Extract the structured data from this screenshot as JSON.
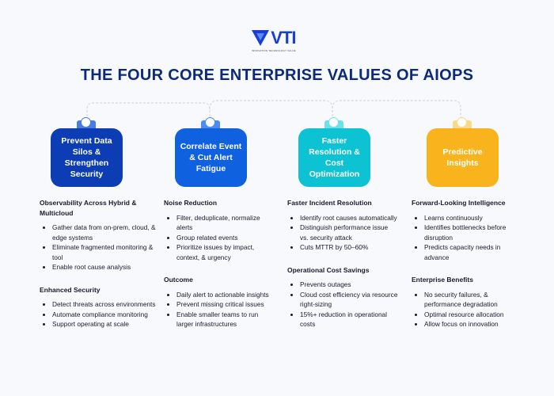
{
  "logo": {
    "text": "VTI",
    "tagline": "INNOVATION TECHNOLOGY VALUE"
  },
  "title": "THE FOUR CORE ENTERPRISE VALUES OF AIOPS",
  "colors": {
    "box1": "#0c3db5",
    "box2": "#1061df",
    "box3": "#0dc3d3",
    "box4": "#f8b31d",
    "title": "#0d2a7a"
  },
  "columns": [
    {
      "label": "Prevent Data Silos & Strengthen Security",
      "sections": [
        {
          "heading": "Observability Across Hybrid & Multicloud",
          "items": [
            "Gather data from on-prem, cloud, & edge systems",
            "Eliminate fragmented monitoring & tool",
            "Enable root cause analysis"
          ]
        },
        {
          "heading": "Enhanced Security",
          "items": [
            "Detect threats across environments",
            "Automate compliance monitoring",
            "Support operating at scale"
          ]
        }
      ]
    },
    {
      "label": "Correlate Event & Cut Alert Fatigue",
      "sections": [
        {
          "heading": "Noise Reduction",
          "items": [
            "Filter, deduplicate, normalize alerts",
            "Group related events",
            "Prioritize issues by impact, context, & urgency"
          ]
        },
        {
          "heading": "Outcome",
          "items": [
            "Daily alert to actionable insights",
            "Prevent missing critical issues",
            "Enable smaller teams to run larger infrastructures"
          ]
        }
      ]
    },
    {
      "label": "Faster Resolution & Cost Optimization",
      "sections": [
        {
          "heading": "Faster Incident Resolution",
          "items": [
            "Identify root causes automatically",
            "Distinguish performance issue vs. security attack",
            "Cuts MTTR by 50–60%"
          ]
        },
        {
          "heading": "Operational Cost Savings",
          "items": [
            "Prevents outages",
            "Cloud cost efficiency via resource right-sizing",
            "15%+ reduction in operational costs"
          ]
        }
      ]
    },
    {
      "label": "Predictive Insights",
      "sections": [
        {
          "heading": "Forward-Looking Intelligence",
          "items": [
            "Learns continuously",
            "Identifies bottlenecks before disruption",
            "Predicts capacity needs in advance"
          ]
        },
        {
          "heading": "Enterprise Benefits",
          "items": [
            "No security failures, & performance degradation",
            "Optimal resource allocation",
            "Allow focus on innovation"
          ]
        }
      ]
    }
  ]
}
